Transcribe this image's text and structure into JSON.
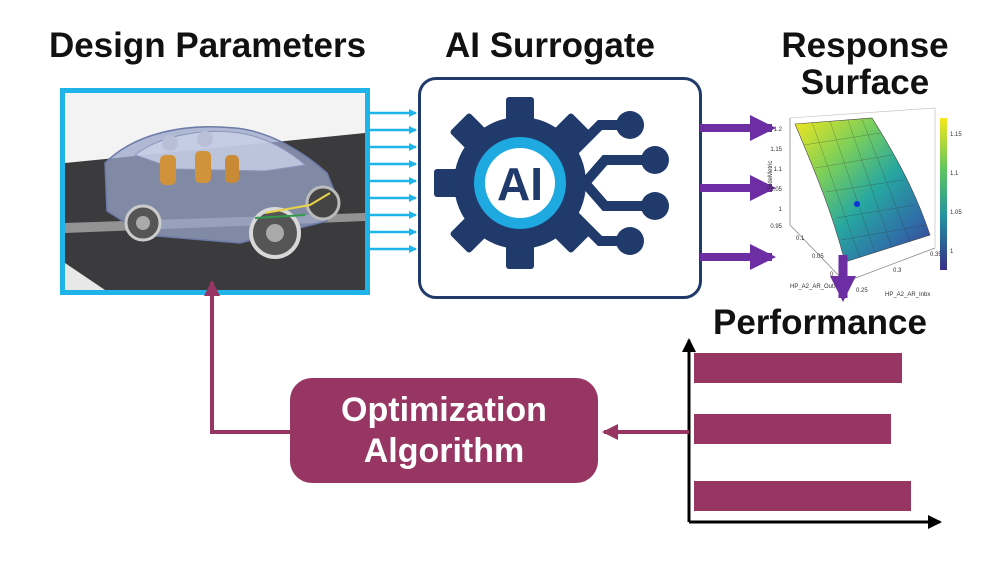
{
  "titles": {
    "design": "Design Parameters",
    "ai": "AI Surrogate",
    "response_line1": "Response",
    "response_line2": "Surface",
    "performance": "Performance"
  },
  "ai_icon": {
    "text": "AI",
    "icon": "gear-circuit-icon"
  },
  "optimization": {
    "line1": "Optimization",
    "line2": "Algorithm"
  },
  "response_surface": {
    "ylabel": "RideMetric",
    "xlabel1": "HP_A2_AR_Outx",
    "xlabel2": "HP_A2_AR_Inbx",
    "yticks": [
      "1.2",
      "1.15",
      "1.1",
      "1.05",
      "1",
      "0.95"
    ],
    "xticks1": [
      "0.1",
      "0.05",
      "0"
    ],
    "xticks2": [
      "0.25",
      "0.3",
      "0.35"
    ],
    "cbticks": [
      "1.15",
      "1.1",
      "1.05",
      "1"
    ]
  },
  "performance_bars": [
    0.93,
    0.88,
    0.97
  ],
  "colors": {
    "cyan": "#1fb4e8",
    "navy": "#1f3a6b",
    "purple": "#6d2ea3",
    "maroon": "#973663"
  }
}
